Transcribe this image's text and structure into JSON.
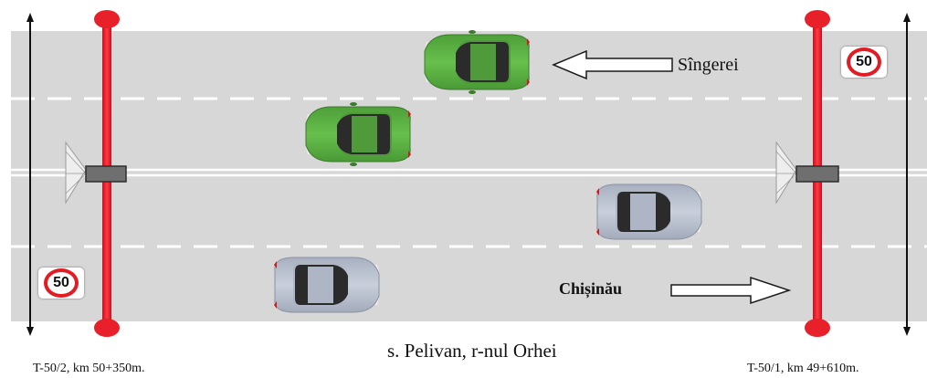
{
  "labels": {
    "direction_left": "Sîngerei",
    "direction_right": "Chișinău",
    "location": "s. Pelivan, r-nul Orhei",
    "camera_left": "T-50/2, km 50+350m.",
    "camera_right": "T-50/1, km 49+610m."
  },
  "speed_limit": "50",
  "colors": {
    "road": "#d7d7d7",
    "pole": "#e8202a",
    "green_car": "#5fb547",
    "grey_car": "#b8c0cf",
    "lane_marking": "#ffffff",
    "sign_ring": "#e31b23"
  },
  "icons": [
    "speed-limit-sign",
    "traffic-camera-icon",
    "car-icon",
    "arrow-left-icon",
    "arrow-right-icon"
  ]
}
